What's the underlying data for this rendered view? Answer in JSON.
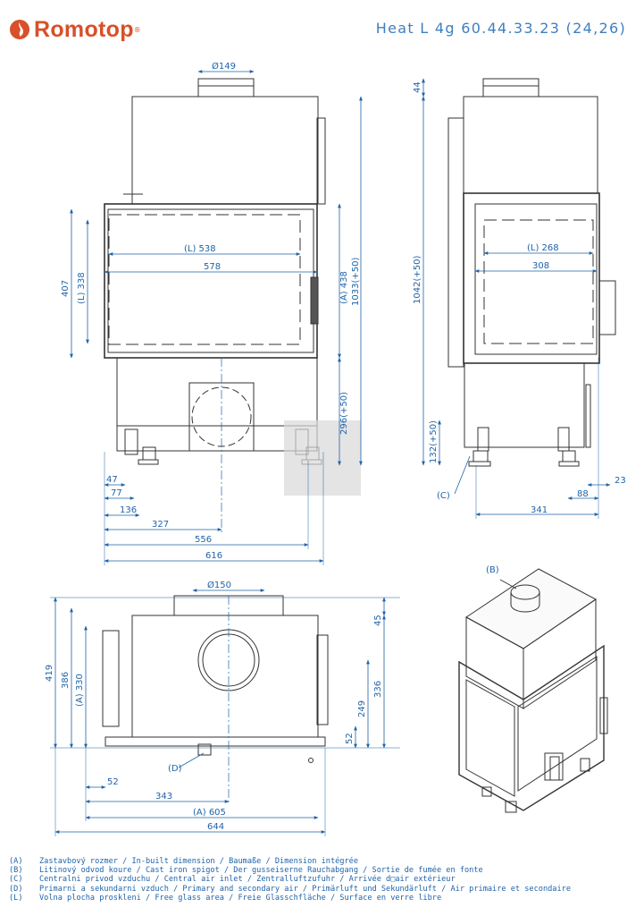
{
  "header": {
    "brand": "Romotop",
    "brand_registered": "®",
    "model": "Heat L 4g 60.44.33.23 (24,26)"
  },
  "front_view": {
    "top_spigot": "Ø149",
    "dims": {
      "glass_width_l": "(L) 538",
      "body_width_578": "578",
      "height_407": "407",
      "height_l338": "(L) 338",
      "height_a438": "(A) 438",
      "height_total": "1033(+50)",
      "height_296": "296(+50)",
      "w47": "47",
      "w77": "77",
      "w136": "136",
      "w327": "327",
      "w556": "556",
      "w616": "616"
    }
  },
  "side_view": {
    "dims": {
      "top_44": "44",
      "height_total": "1042(+50)",
      "glass_l268": "(L) 268",
      "width_308": "308",
      "bottom_132": "132(+50)",
      "w23": "23",
      "w88": "88",
      "w341": "341"
    },
    "callout_c": "(C)"
  },
  "plan_view": {
    "top_spigot": "Ø150",
    "dims": {
      "d419": "419",
      "d386": "386",
      "d_a330": "(A) 330",
      "d45": "45",
      "d336": "336",
      "d249": "249",
      "d52r": "52",
      "w52": "52",
      "w343": "343",
      "w_a605": "(A) 605",
      "w644": "644"
    },
    "callout_d": "(D)"
  },
  "iso_view": {
    "callout_b": "(B)"
  },
  "legend": [
    {
      "key": "(A)",
      "text": "Zastavbový rozmer / In-built dimension / Baumaße / Dimension intégrée"
    },
    {
      "key": "(B)",
      "text": "Litinový odvod koure / Cast iron spigot / Der gusseiserne Rauchabgang / Sortie de fumée en fonte"
    },
    {
      "key": "(C)",
      "text": "Centralni privod vzduchu / Central air inlet / Zentralluftzufuhr / Arrivée d□air extérieur"
    },
    {
      "key": "(D)",
      "text": "Primarni a sekundarni vzduch / Primary and secondary air / Primärluft und Sekundärluft / Air primaire et secondaire"
    },
    {
      "key": "(L)",
      "text": "Volna plocha proskleni / Free glass area / Freie Glasschfläche / Surface en verre libre"
    }
  ],
  "colors": {
    "brand": "#d8502a",
    "dimension": "#1f63a8",
    "line": "#333333"
  }
}
